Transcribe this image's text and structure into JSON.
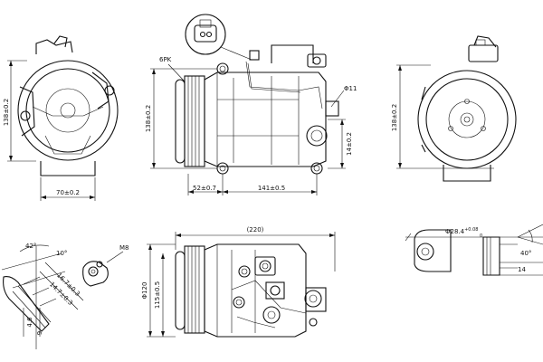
{
  "dimensions": {
    "top_left_height": "138±0.2",
    "top_left_width": "70±0.2",
    "callout_pk": "6PK",
    "top_mid_height": "138±0.2",
    "hole_diameter": "Φ11",
    "offset_vertical": "14±0.2",
    "mount_dist_a": "52±0.7",
    "mount_dist_b": "141±0.5",
    "top_right_height": "138±0.2",
    "overall_length": "(220)",
    "body_diameter": "Φ120",
    "pulley_offset": "115±0.5",
    "thread": "M8",
    "angle_a": "42°",
    "angle_b": "10°",
    "dist_c": "16.7±0.3",
    "dist_d": "14.7±0.3",
    "dist_e": "4.6",
    "dist_f": "9",
    "port_diameter_base": "Φ28.4",
    "port_diameter_tol": "+0.08",
    "port_diameter_tol_low": "0",
    "port_angle": "40°",
    "port_depth": "14"
  }
}
